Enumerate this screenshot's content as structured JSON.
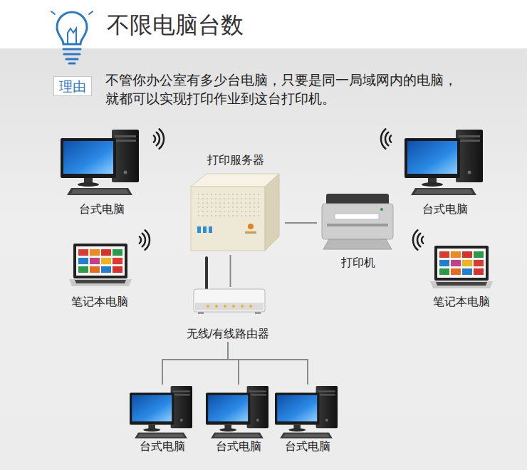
{
  "diagram": {
    "title": "不限电脑台数",
    "nodes": [
      {
        "text": [
          "台式电脑"
        ]
      },
      {
        "text": [
          "打印服务器"
        ]
      },
      {
        "text": [
          "台式电脑"
        ]
      },
      {
        "text": [
          "笔记本电脑"
        ]
      },
      {
        "text": [
          "打印机"
        ]
      },
      {
        "text": [
          "笔记本电脑"
        ]
      },
      {
        "text": [
          "无线/有线路由器"
        ]
      },
      {
        "text": [
          "台式电脑"
        ]
      },
      {
        "text": [
          "台式电脑"
        ]
      },
      {
        "text": [
          "台式电脑"
        ]
      }
    ],
    "edges": [
      {
        "from": 1,
        "to": 4,
        "arrow": "none"
      },
      {
        "from": 1,
        "to": 6,
        "arrow": "none"
      },
      {
        "from": 6,
        "to": 7,
        "arrow": "none"
      },
      {
        "from": 6,
        "to": 8,
        "arrow": "none"
      },
      {
        "from": 6,
        "to": 9,
        "arrow": "none"
      }
    ],
    "labels": [
      "理由",
      "不管你办公室有多少台电脑，只要是同一局域网内的电脑， 就都可以实现打印作业到这台打印机。"
    ]
  }
}
